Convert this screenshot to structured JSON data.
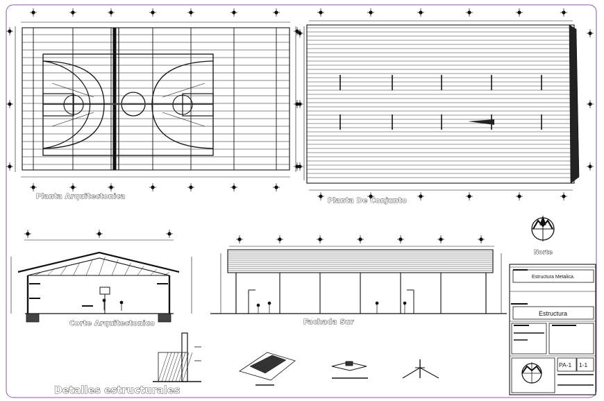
{
  "drawing_labels": {
    "planta_arq": "Planta Arquitectonica",
    "planta_conj": "Planta De Conjunto",
    "corte": "Corte Arquitectonico",
    "fachada": "Fachada Sur",
    "detalles": "Detalles estructurales",
    "norte": "Norte"
  },
  "title_block": {
    "project": "Estructura Metalica.",
    "sheet_name": "Estructura",
    "sheet_code": "PA-1",
    "sheet_number": "1-1"
  },
  "colors": {
    "line": "#111111",
    "border": "#8a5aa8"
  }
}
